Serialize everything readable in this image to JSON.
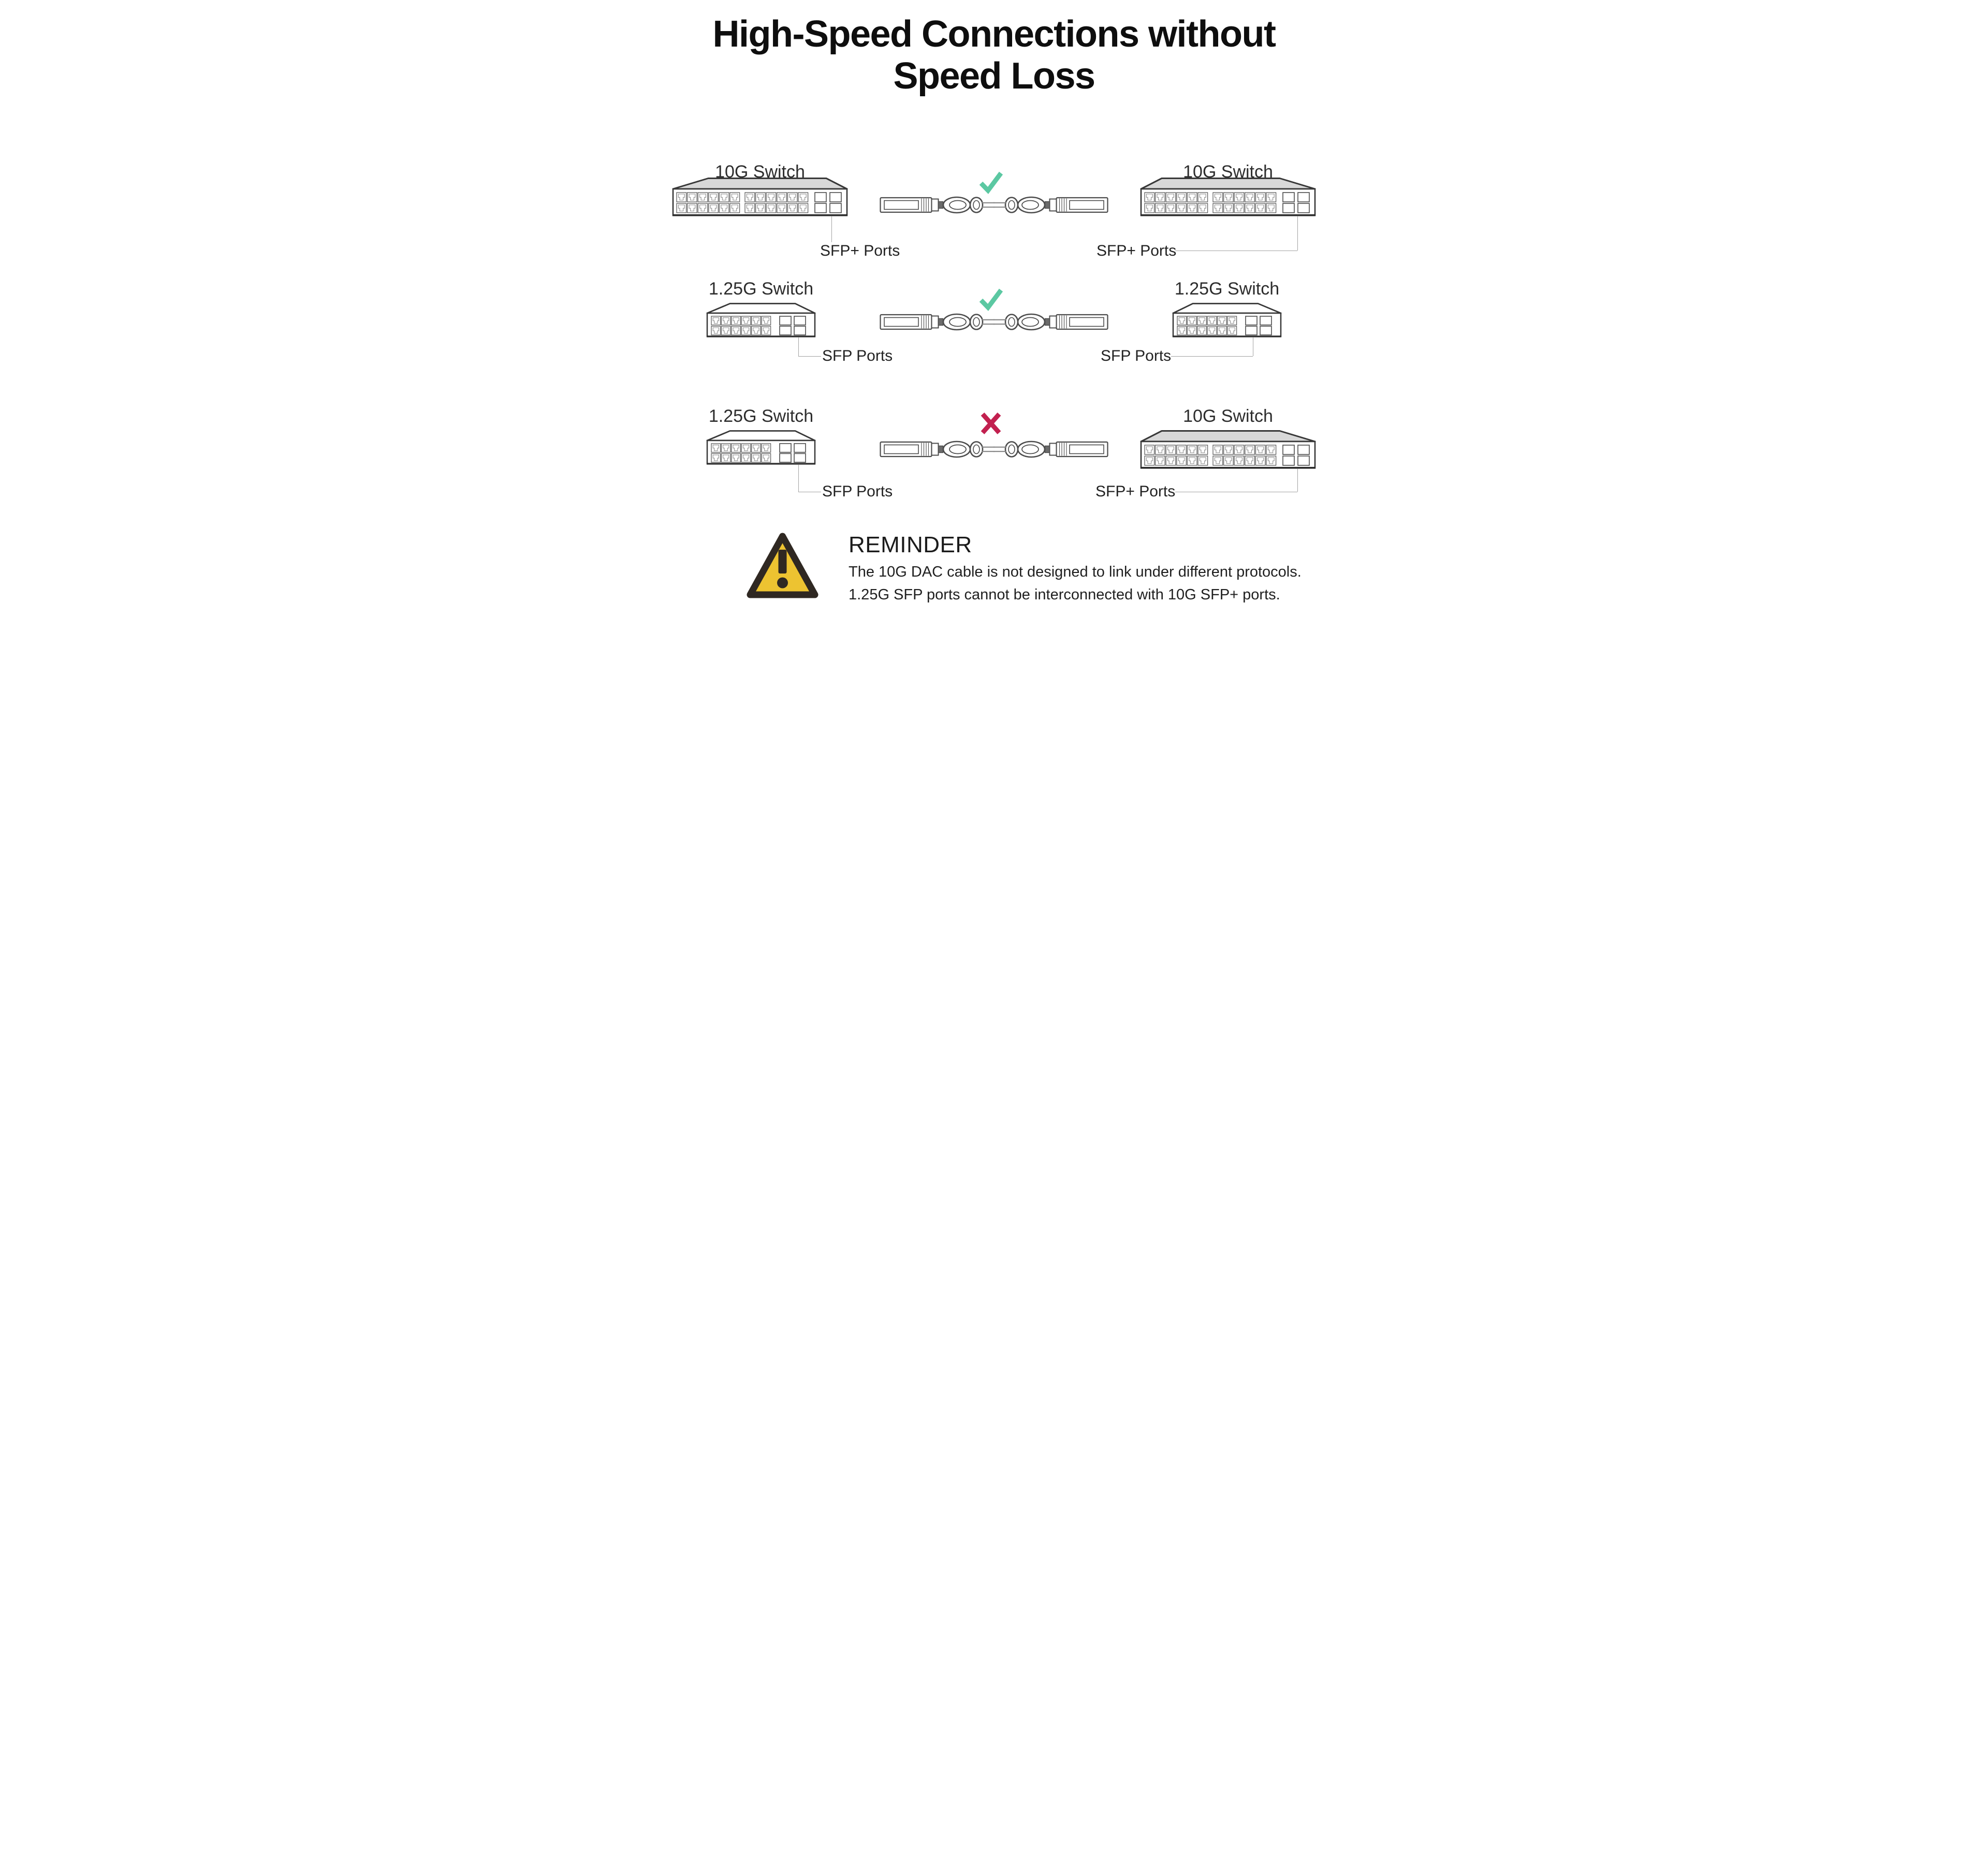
{
  "title": {
    "line1": "High-Speed Connections without",
    "line2": "Speed Loss"
  },
  "colors": {
    "check": "#5BC8A2",
    "cross": "#C2204F",
    "roof_gray": "#D8D8D8",
    "outline": "#383838",
    "warning_yellow": "#EDC331",
    "warning_border": "#2F2822",
    "connector_line": "#a3a3a3"
  },
  "rows": [
    {
      "left": {
        "label": "10G Switch",
        "ports_label": "SFP+ Ports",
        "size": "large"
      },
      "mark": "check",
      "right": {
        "label": "10G Switch",
        "ports_label": "SFP+ Ports",
        "size": "large"
      }
    },
    {
      "left": {
        "label": "1.25G Switch",
        "ports_label": "SFP Ports",
        "size": "small"
      },
      "mark": "check",
      "right": {
        "label": "1.25G Switch",
        "ports_label": "SFP Ports",
        "size": "small"
      }
    },
    {
      "left": {
        "label": "1.25G Switch",
        "ports_label": "SFP Ports",
        "size": "small"
      },
      "mark": "cross",
      "right": {
        "label": "10G Switch",
        "ports_label": "SFP+ Ports",
        "size": "large"
      }
    }
  ],
  "reminder": {
    "heading": "REMINDER",
    "line1": "The 10G DAC cable is not designed to link under different protocols.",
    "line2": "1.25G SFP ports cannot be interconnected with 10G SFP+ ports.",
    "warning_icon": "exclamation-triangle-icon"
  }
}
